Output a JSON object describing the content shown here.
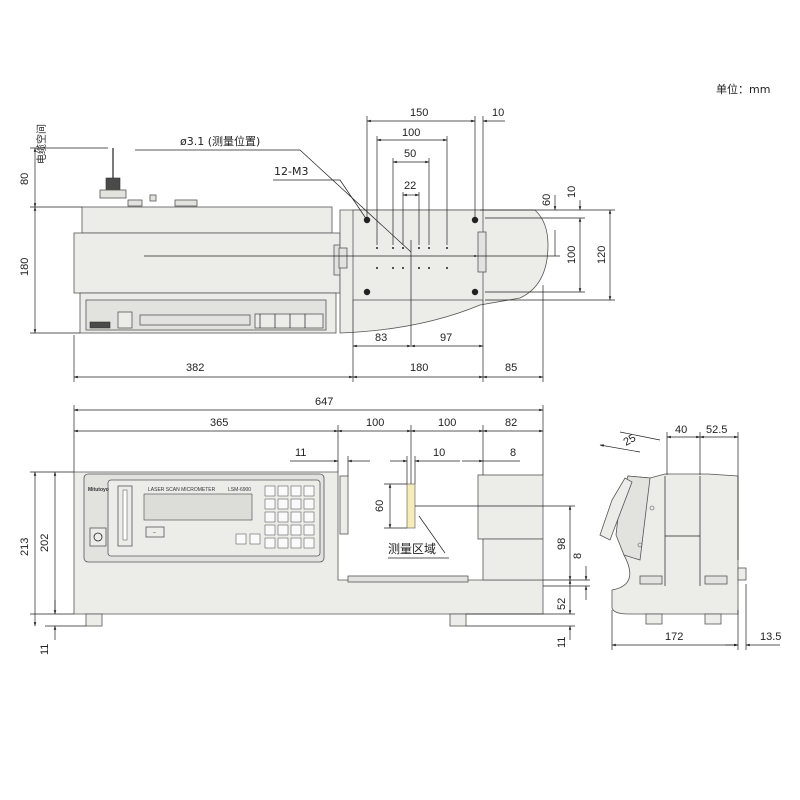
{
  "unit_label": "单位：mm",
  "callouts": {
    "aperture": "ø3.1 (测量位置)",
    "screw": "12-M3",
    "cable_space": "电缆空间",
    "measuring_area": "测量区域"
  },
  "device": {
    "brand": "Mitutoyo",
    "panel_title": "LASER SCAN MICROMETER",
    "model": "LSM-6900"
  },
  "top_view": {
    "top_dims": [
      "150",
      "100",
      "50",
      "22",
      "10"
    ],
    "right_dims": [
      "60",
      "10",
      "100",
      "120"
    ],
    "left_dims": [
      "80",
      "180"
    ],
    "bottom_dims": [
      "83",
      "97",
      "382",
      "180",
      "85"
    ]
  },
  "front_view": {
    "top_dims": [
      "647",
      "365",
      "100",
      "100",
      "82",
      "11",
      "10",
      "8"
    ],
    "left_dims": [
      "213",
      "202",
      "11"
    ],
    "inner_dims": [
      "60"
    ],
    "right_dims": [
      "98",
      "8",
      "52",
      "11"
    ]
  },
  "side_view": {
    "top_dims": [
      "25",
      "40",
      "52.5"
    ],
    "bottom_dims": [
      "172",
      "13.5"
    ]
  }
}
